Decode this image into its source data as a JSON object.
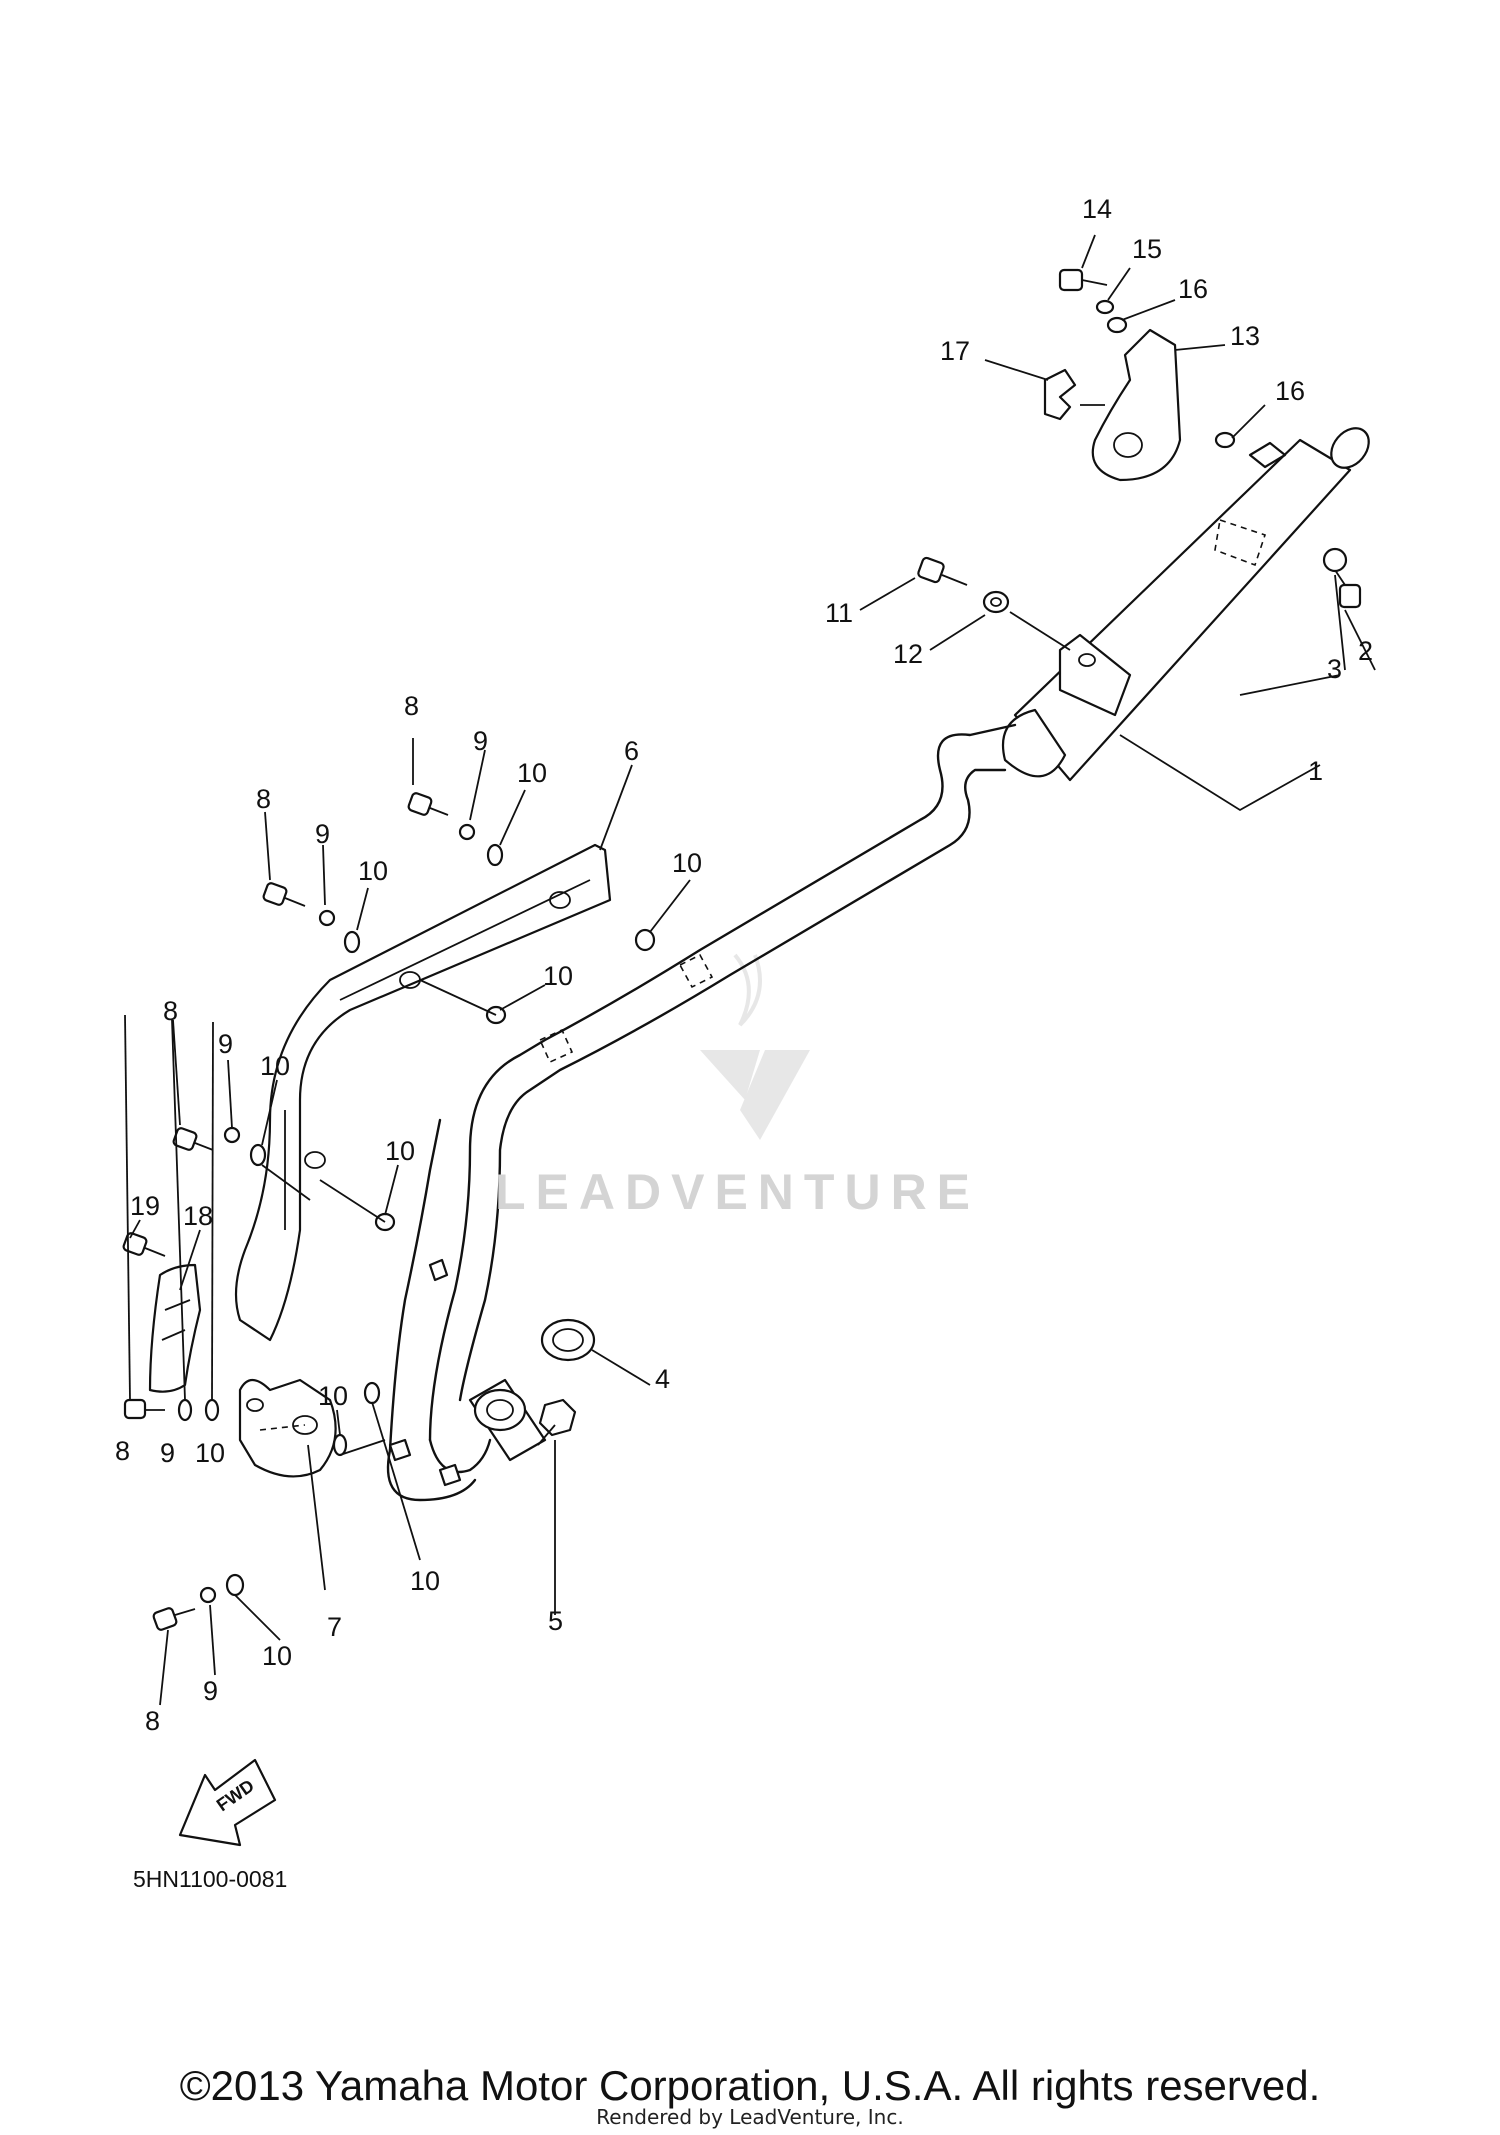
{
  "diagram": {
    "code": "5HN1100-0081",
    "fwd_label": "FWD",
    "copyright": "©2013 Yamaha Motor Corporation, U.S.A. All rights reserved.",
    "rendered_by": "Rendered by LeadVenture, Inc.",
    "watermark": "LEADVENTURE",
    "callouts": [
      "14",
      "15",
      "16",
      "13",
      "17",
      "16",
      "11",
      "12",
      "3",
      "2",
      "1",
      "8",
      "9",
      "10",
      "6",
      "8",
      "9",
      "10",
      "10",
      "10",
      "8",
      "9",
      "10",
      "10",
      "19",
      "18",
      "4",
      "10",
      "8",
      "9",
      "10",
      "10",
      "5",
      "7",
      "10",
      "8",
      "9"
    ]
  }
}
